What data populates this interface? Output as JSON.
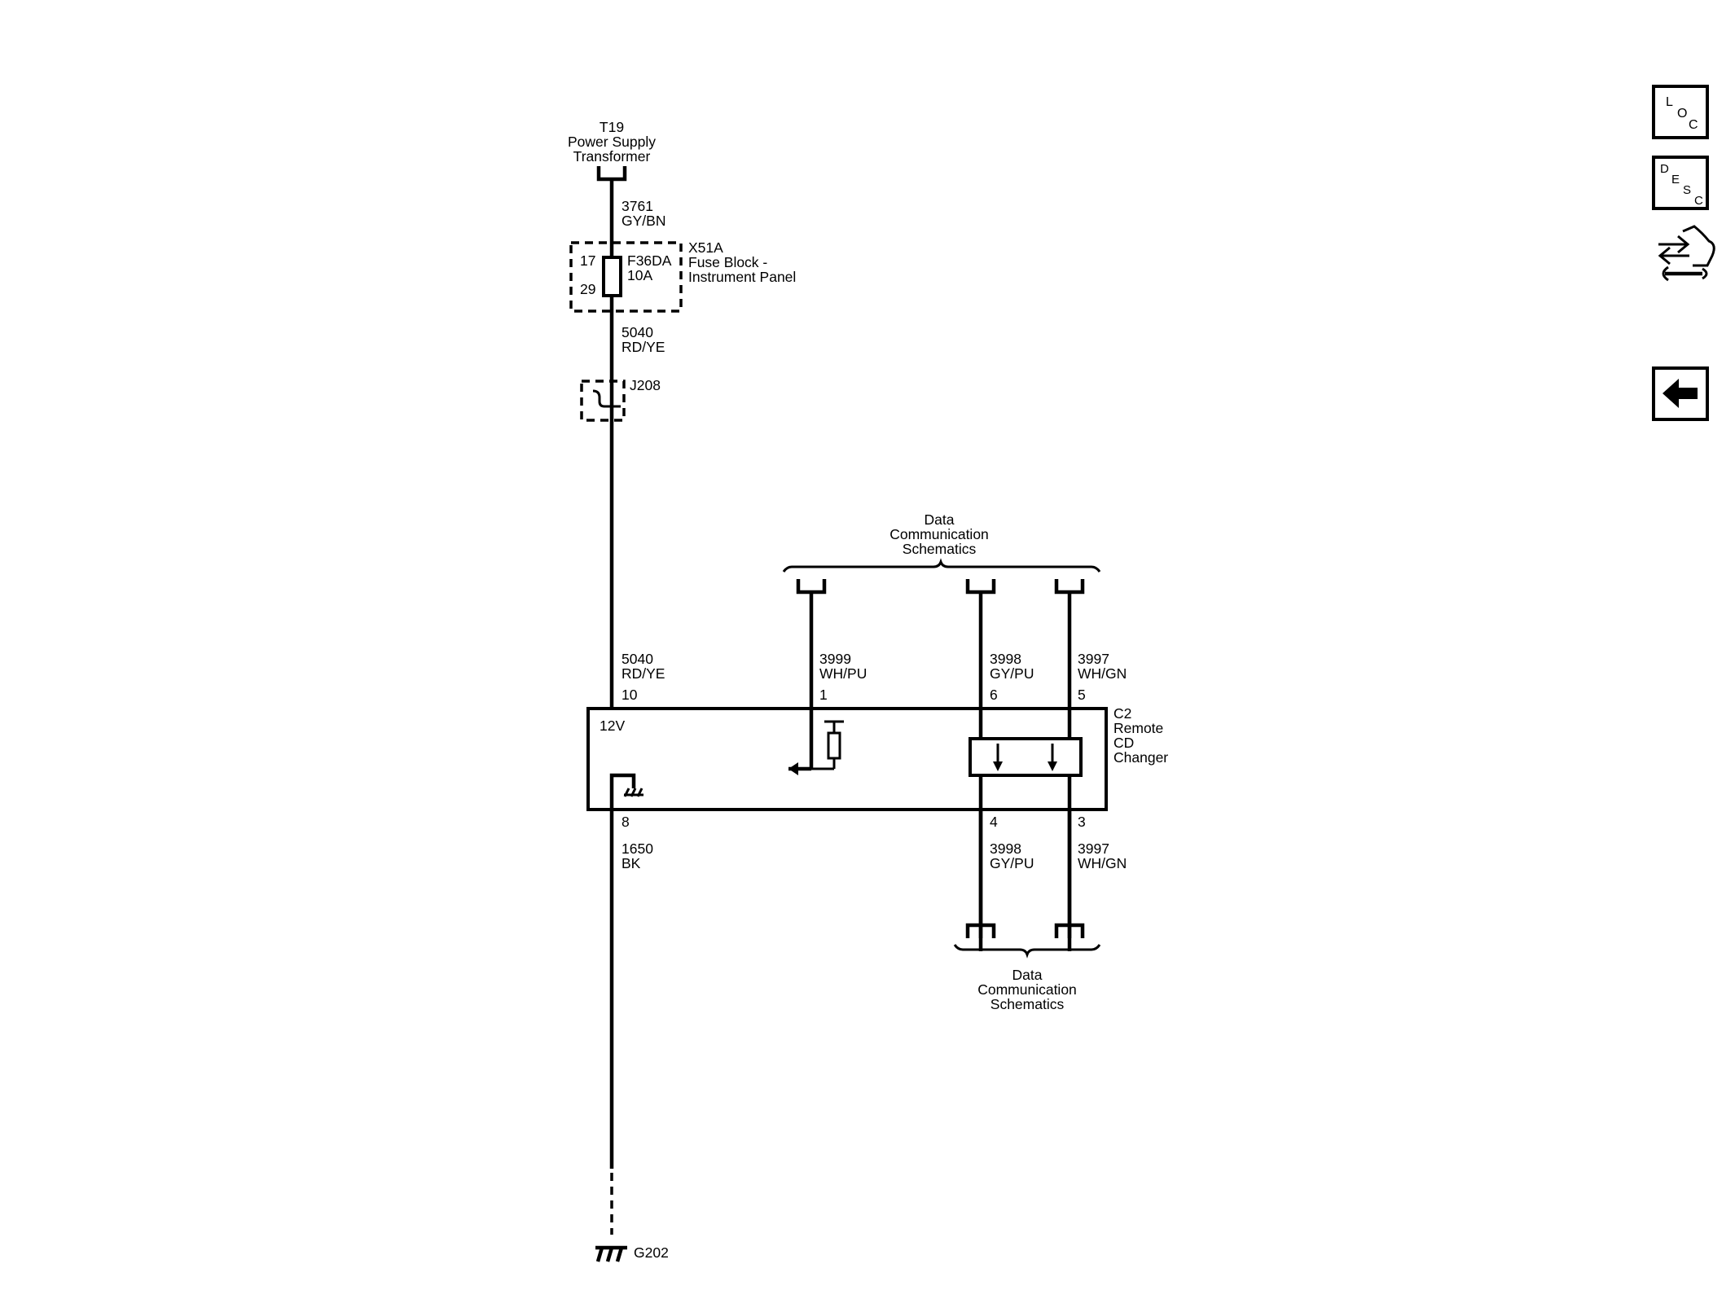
{
  "transformer": {
    "ref": "T19",
    "line1": "Power Supply",
    "line2": "Transformer"
  },
  "wire_3761": {
    "circuit": "3761",
    "color": "GY/BN"
  },
  "fuse_block": {
    "ref": "X51A",
    "line1": "Fuse Block -",
    "line2": "Instrument Panel",
    "pin_in": "17",
    "pin_out": "29"
  },
  "fuse": {
    "ref": "F36DA",
    "rating": "10A"
  },
  "wire_5040_upper": {
    "circuit": "5040",
    "color": "RD/YE"
  },
  "splice": {
    "ref": "J208"
  },
  "data_comm_top": {
    "line1": "Data",
    "line2": "Communication",
    "line3": "Schematics"
  },
  "data_comm_bottom": {
    "line1": "Data",
    "line2": "Communication",
    "line3": "Schematics"
  },
  "wire_5040_lower": {
    "circuit": "5040",
    "color": "RD/YE",
    "pin": "10"
  },
  "wire_3999": {
    "circuit": "3999",
    "color": "WH/PU",
    "pin": "1"
  },
  "wire_3998_top": {
    "circuit": "3998",
    "color": "GY/PU",
    "pin": "6"
  },
  "wire_3997_top": {
    "circuit": "3997",
    "color": "WH/GN",
    "pin": "5"
  },
  "module": {
    "connector": "C2",
    "line1": "Remote",
    "line2": "CD",
    "line3": "Changer",
    "supply_label": "12V"
  },
  "wire_1650": {
    "circuit": "1650",
    "color": "BK",
    "pin": "8"
  },
  "wire_3998_bottom": {
    "circuit": "3998",
    "color": "GY/PU",
    "pin": "4"
  },
  "wire_3997_bottom": {
    "circuit": "3997",
    "color": "WH/GN",
    "pin": "3"
  },
  "ground": {
    "ref": "G202"
  },
  "sidebar": {
    "loc_button": {
      "letters": [
        "L",
        "O",
        "C"
      ]
    },
    "desc_button": {
      "letters": [
        "D",
        "E",
        "S",
        "C"
      ]
    },
    "diagnostic_icon": "wrench-arrows-icon",
    "back_icon": "arrow-left-icon"
  }
}
